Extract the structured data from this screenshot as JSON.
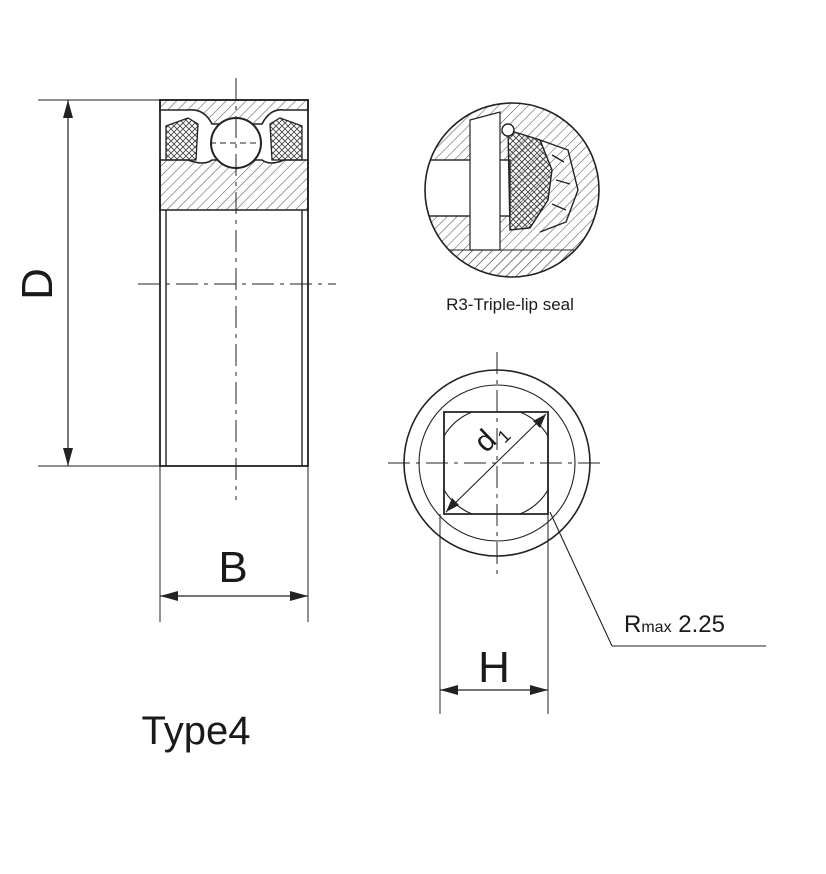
{
  "labels": {
    "dim_d": "D",
    "dim_b": "B",
    "dim_h": "H",
    "dim_d1": "d",
    "dim_d1_sub": "1",
    "seal_caption": "R3-Triple-lip seal",
    "radius_prefix": "R",
    "radius_sub": "max",
    "radius_value": " 2.25",
    "type_label": "Type4"
  }
}
